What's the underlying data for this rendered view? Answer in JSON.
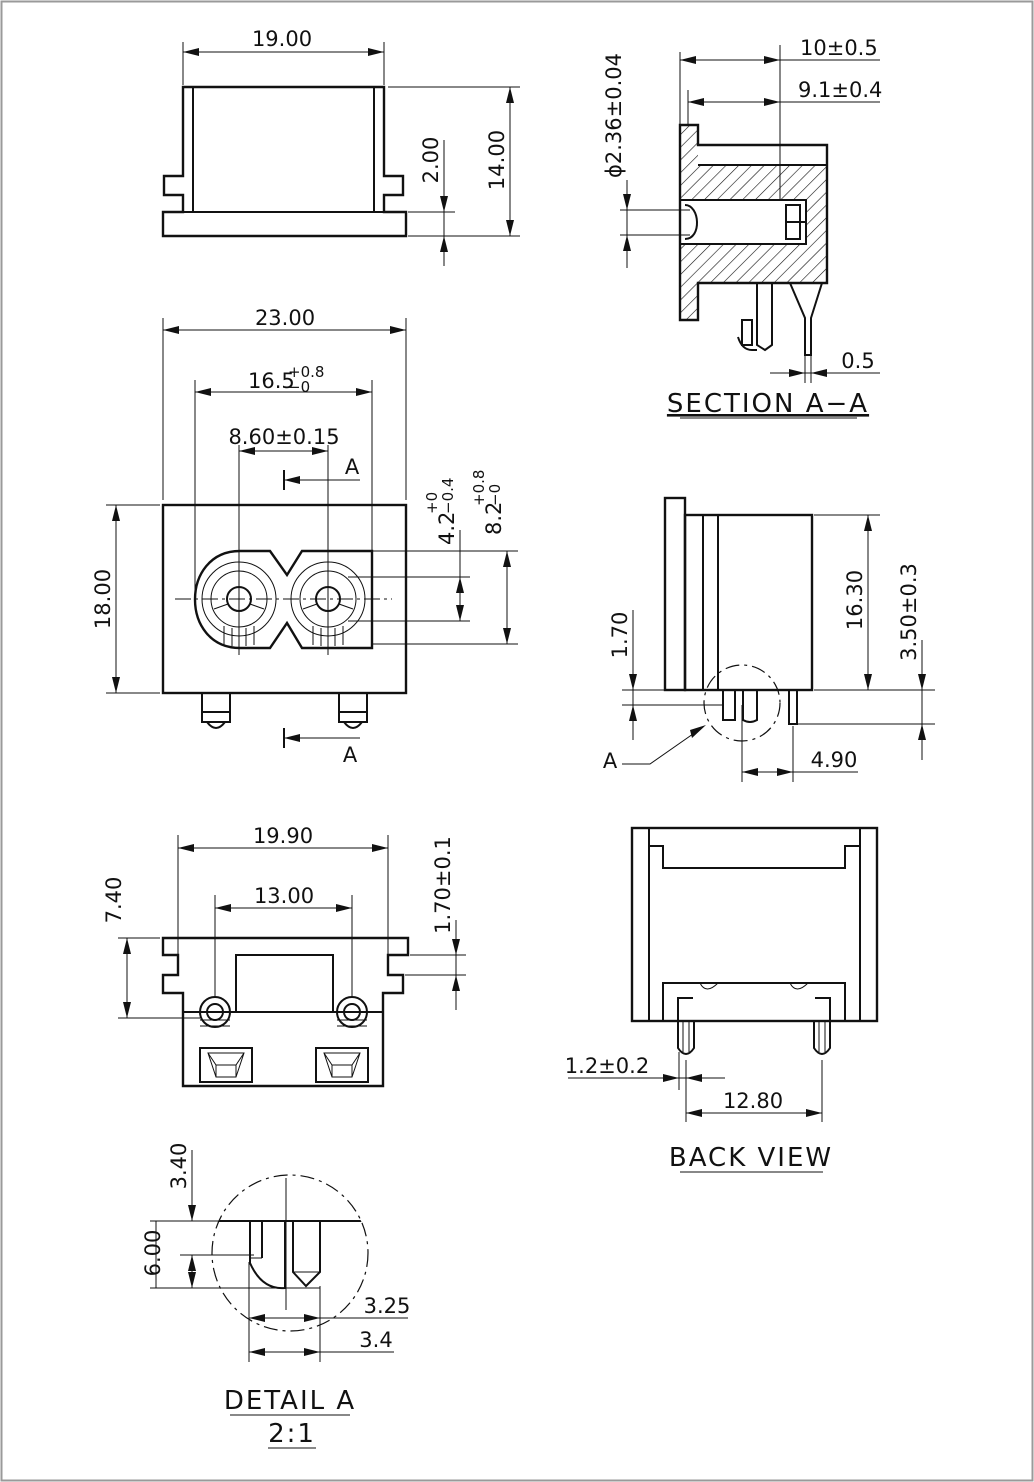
{
  "views": {
    "top": {
      "width": "19.00",
      "height": "14.00",
      "flange": "2.00"
    },
    "front": {
      "width": "23.00",
      "height": "18.00",
      "pitch_outer": "16.5",
      "pitch_outer_tol_plus": "+0.8",
      "pitch_outer_tol_minus": "−0",
      "pin_spacing": "8.60±0.15",
      "dim_v1": "4.2",
      "dim_v1_tol_plus": "+0",
      "dim_v1_tol_minus": "−0.4",
      "dim_v2": "8.2",
      "dim_v2_tol_plus": "+0.8",
      "dim_v2_tol_minus": "−0",
      "section_marker": "A"
    },
    "section": {
      "depth": "10±0.5",
      "depth_inner": "9.1±0.4",
      "hole": "ϕ2.36±0.04",
      "pin": "0.5",
      "title": "SECTION A−A"
    },
    "side": {
      "height": "16.30",
      "pin_offset": "3.50±0.3",
      "flange": "1.70",
      "pin_pos": "4.90",
      "detail_marker": "A"
    },
    "bottom": {
      "width": "19.90",
      "pin_pitch": "13.00",
      "height": "7.40",
      "flange": "1.70±0.1"
    },
    "back": {
      "pin_width": "1.2±0.2",
      "pin_pitch": "12.80",
      "title": "BACK VIEW"
    },
    "detail": {
      "dim_a": "3.40",
      "dim_b": "6.00",
      "dim_c": "3.25",
      "dim_d": "3.4",
      "title": "DETAIL A",
      "scale": "2:1"
    }
  }
}
